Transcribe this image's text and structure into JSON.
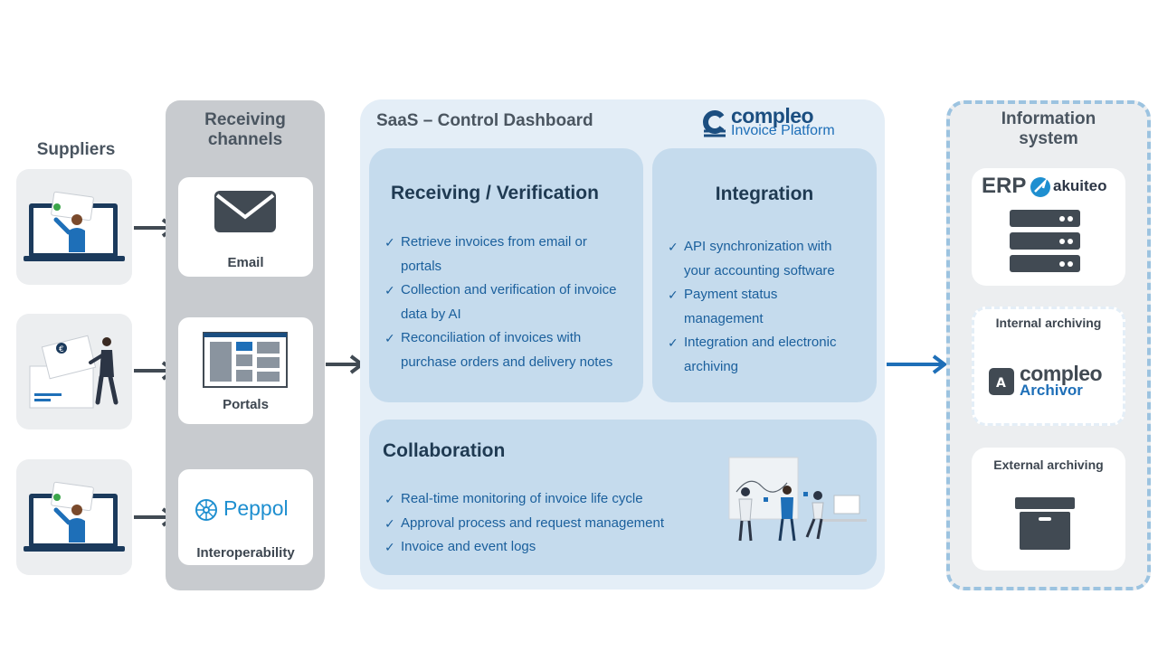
{
  "suppliers": {
    "title": "Suppliers"
  },
  "channels": {
    "title_line1": "Receiving",
    "title_line2": "channels",
    "email_label": "Email",
    "portals_label": "Portals",
    "peppol_logo_text": "Peppol",
    "peppol_label": "Interoperability"
  },
  "saas": {
    "title": "SaaS – Control Dashboard",
    "logo_line1": "compleo",
    "logo_line2": "Invoice Platform",
    "receiving": {
      "title": "Receiving  / Verification",
      "items": [
        [
          "Retrieve invoices from email or",
          "portals"
        ],
        [
          "Collection and verification of invoice",
          "data by AI"
        ],
        [
          "Reconciliation of invoices with",
          "purchase orders and delivery notes"
        ]
      ]
    },
    "integration": {
      "title": "Integration",
      "items": [
        [
          "API synchronization with",
          "your accounting software"
        ],
        [
          "Payment status",
          "management"
        ],
        [
          "Integration and electronic",
          "archiving"
        ]
      ]
    },
    "collaboration": {
      "title": "Collaboration",
      "items": [
        "Real-time monitoring of invoice life cycle",
        "Approval process and request management",
        "Invoice and event logs"
      ]
    }
  },
  "info": {
    "title_line1": "Information",
    "title_line2": "system",
    "erp_label": "ERP",
    "erp_brand": "akuiteo",
    "internal_label": "Internal archiving",
    "archivor_line1": "compleo",
    "archivor_line2": "Archivor",
    "external_label": "External archiving"
  },
  "colors": {
    "accent": "#1a5f9c",
    "dark": "#414a53",
    "panel": "#e4eef7",
    "block": "#c5dbed"
  }
}
